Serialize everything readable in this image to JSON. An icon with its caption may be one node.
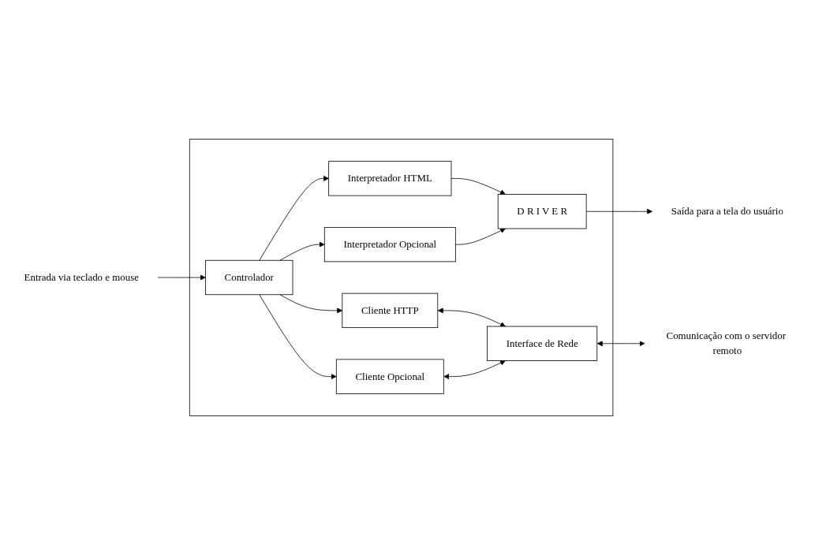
{
  "diagram": {
    "nodes": [
      {
        "text": [],
        "shape": "box"
      },
      {
        "text": [
          "Controlador"
        ],
        "in": 0
      },
      {
        "text": [
          "Interpretador HTML"
        ],
        "in": 0
      },
      {
        "text": [
          "Interpretador Opcional"
        ],
        "in": 0
      },
      {
        "text": [
          "D R I V E R"
        ],
        "in": 0
      },
      {
        "text": [
          "Cliente HTTP"
        ],
        "in": 0
      },
      {
        "text": [
          "Cliente Opcional"
        ],
        "in": 0
      },
      {
        "text": [
          "Interface de Rede"
        ],
        "in": 0
      },
      {
        "text": [
          "Entrada via teclado e mouse"
        ]
      },
      {
        "text": [
          "Saída para a tela do usuário"
        ]
      },
      {
        "text": [
          "Comunicação com o servidor remoto"
        ]
      }
    ],
    "edges": [
      {
        "from": 8,
        "to": 1,
        "arrow": "to"
      },
      {
        "from": 1,
        "to": 2,
        "arrow": "to"
      },
      {
        "from": 1,
        "to": 3,
        "arrow": "to"
      },
      {
        "from": 1,
        "to": 5,
        "arrow": "to"
      },
      {
        "from": 1,
        "to": 6,
        "arrow": "to"
      },
      {
        "from": 2,
        "to": 4,
        "arrow": "to"
      },
      {
        "from": 3,
        "to": 4,
        "arrow": "to"
      },
      {
        "from": 4,
        "to": 9,
        "arrow": "to"
      },
      {
        "from": 5,
        "to": 7,
        "arrow": "both"
      },
      {
        "from": 6,
        "to": 7,
        "arrow": "both"
      },
      {
        "from": 7,
        "to": 10,
        "arrow": "both"
      }
    ]
  }
}
